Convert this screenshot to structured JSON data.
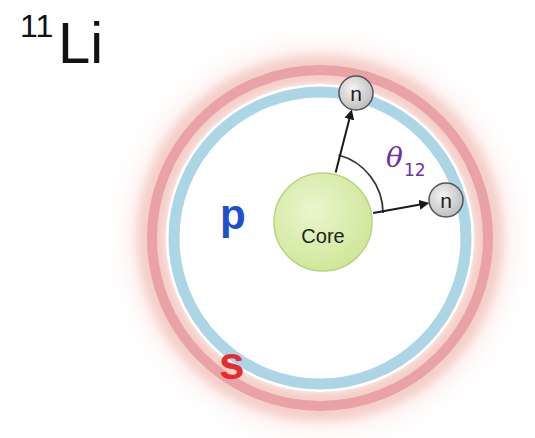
{
  "diagram": {
    "nodes": [
      {
        "text": [
          "Core"
        ]
      },
      {
        "text": [
          "n"
        ]
      },
      {
        "text": [
          "n"
        ]
      }
    ],
    "edges": [
      {
        "from": 0,
        "to": 1,
        "arrow": "to"
      },
      {
        "from": 0,
        "to": 2,
        "arrow": "to"
      }
    ],
    "labels": [
      "11",
      "Li",
      "θ",
      "12",
      "p",
      "s"
    ]
  }
}
